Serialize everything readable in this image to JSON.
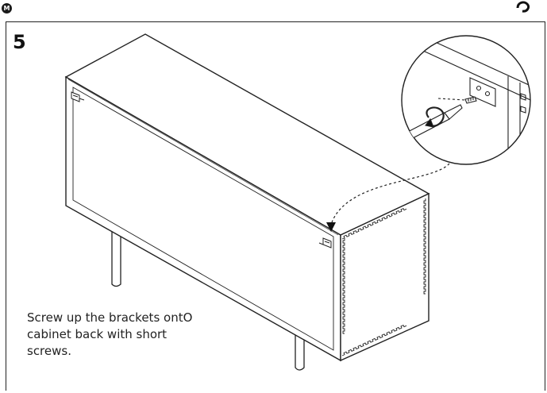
{
  "header": {
    "logo_letter": "M"
  },
  "step": {
    "number": "5"
  },
  "instruction": {
    "text": "Screw up the brackets ontO\n cabinet back with short\nscrews."
  }
}
